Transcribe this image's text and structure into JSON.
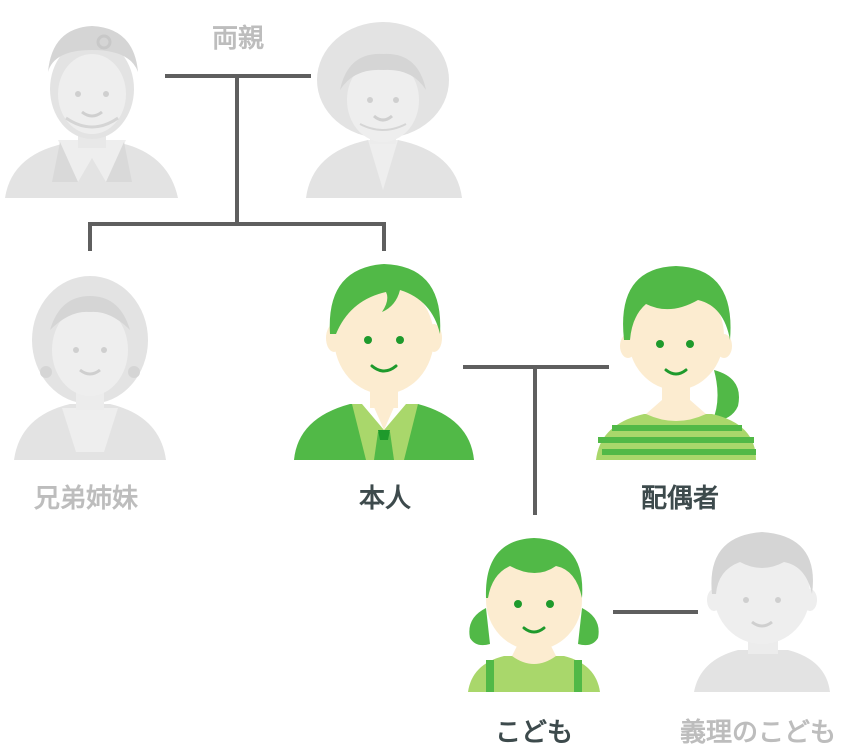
{
  "diagram": {
    "colors": {
      "connector": "#5f5f5f",
      "inactive_fill": "#e3e3e3",
      "inactive_face": "#eeeeee",
      "inactive_line": "#cfcfcf",
      "active_hair": "#51b947",
      "active_skin": "#fcecd0",
      "active_cloth_dark": "#51b947",
      "active_cloth_light": "#a9d76b",
      "active_feature": "#1e9a2c",
      "active_label": "#3d4a4c",
      "inactive_label": "#bdbdbd"
    },
    "labels": {
      "parents": "両親",
      "siblings": "兄弟姉妹",
      "self": "本人",
      "spouse": "配偶者",
      "child": "こども",
      "child_in_law": "義理のこども"
    },
    "people": [
      {
        "id": "grandfather",
        "role": "parent",
        "active": false,
        "icon": "elderly-man-icon"
      },
      {
        "id": "grandmother",
        "role": "parent",
        "active": false,
        "icon": "elderly-woman-icon"
      },
      {
        "id": "sibling",
        "role": "siblings",
        "active": false,
        "icon": "woman-icon"
      },
      {
        "id": "self",
        "role": "self",
        "active": true,
        "icon": "man-icon"
      },
      {
        "id": "spouse",
        "role": "spouse",
        "active": true,
        "icon": "woman-ponytail-icon"
      },
      {
        "id": "child",
        "role": "child",
        "active": true,
        "icon": "girl-pigtails-icon"
      },
      {
        "id": "child-in-law",
        "role": "child_in_law",
        "active": false,
        "icon": "boy-icon"
      }
    ]
  }
}
